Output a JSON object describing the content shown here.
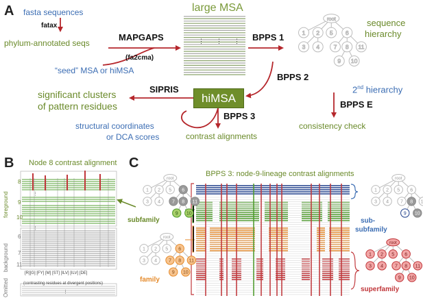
{
  "panel_a": {
    "letter": "A",
    "fasta_sequences": "fasta sequences",
    "fatax": "fatax",
    "phylum_annotated": "phylum-annotated seqs",
    "mapgaps": "MAPGAPS",
    "fa2cma": "(fa2cma)",
    "seed_msa": "“seed” MSA or hiMSA",
    "large_msa": "large MSA",
    "bpps1": "BPPS 1",
    "sequence_hierarchy_1": "sequence",
    "sequence_hierarchy_2": "hierarchy",
    "bpps2": "BPPS 2",
    "himsa": "hiMSA",
    "sipris": "SIPRIS",
    "significant_1": "significant clusters",
    "significant_2": "of pattern residues",
    "bpps3": "BPPS 3",
    "structural_1": "structural coordinates",
    "structural_2": "or DCA scores",
    "contrast_alignments": "contrast alignments",
    "second_hierarchy_num": "2",
    "second_hierarchy_sup": "nd",
    "second_hierarchy_rest": " hierarchy",
    "bppse": "BPPS E",
    "consistency_check": "consistency check",
    "tree_root": "root",
    "tree_nodes": [
      "1",
      "2",
      "5",
      "6",
      "3",
      "4",
      "7",
      "8",
      "11",
      "9",
      "10"
    ]
  },
  "panel_b": {
    "letter": "B",
    "title": "Node 8 contrast alignment",
    "foreground": "foreground",
    "background": "background",
    "omitted": "Omitted",
    "row_labels": [
      "8",
      "9",
      "10",
      "6",
      "7",
      "11"
    ],
    "residue_groups": "[R][G]  [FY]    [M] [ST]   [ILV]   [ILV] [DE]",
    "contrasting_note": "(contrasting residues at divergent positions)"
  },
  "panel_c": {
    "letter": "C",
    "title": "BPPS 3: node-9-lineage contrast alignments",
    "subfamily": "subfamily",
    "family": "family",
    "sub_subfamily_1": "sub-",
    "sub_subfamily_2": "subfamily",
    "superfamily": "superfamily",
    "tree_root": "root"
  },
  "colors": {
    "blue_text": "#3b6db3",
    "green_text": "#6a8a2a",
    "arrow_red": "#b5262b",
    "himsa_green": "#6f8e2a",
    "dark_blue_rows": "#1f3f8a",
    "green_rows": "#4c9a2a",
    "orange_rows": "#e58a2b",
    "red_rows": "#c0363a",
    "gray_rows": "#9a9a9a"
  }
}
